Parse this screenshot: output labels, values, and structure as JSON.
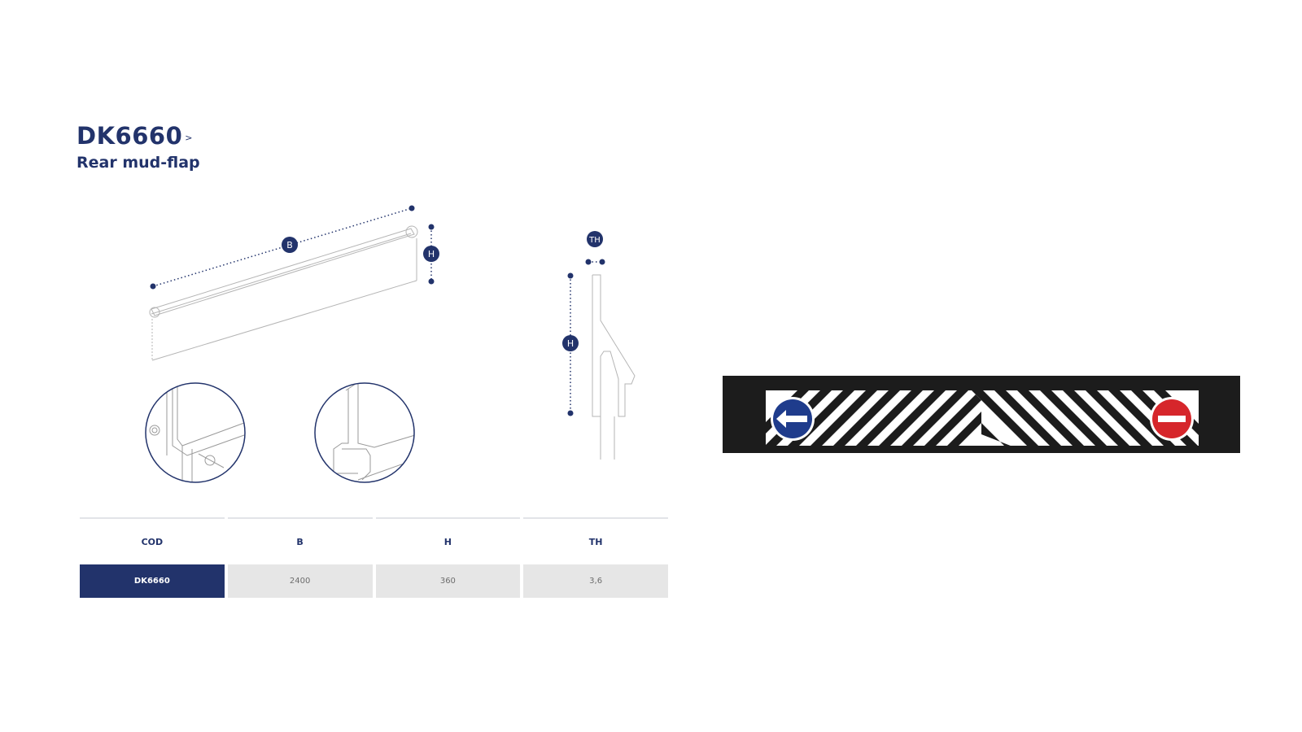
{
  "product": {
    "code": "DK6660",
    "chevron": ">",
    "name": "Rear mud-flap"
  },
  "dimension_labels": {
    "b": "B",
    "h": "H",
    "th": "TH"
  },
  "table": {
    "headers": [
      "COD",
      "B",
      "H",
      "TH"
    ],
    "row": [
      "DK6660",
      "2400",
      "360",
      "3,6"
    ]
  },
  "colors": {
    "brand_navy": "#22336b",
    "table_cell_grey": "#e6e6e6",
    "mudflap_black": "#1c1c1c",
    "sign_blue": "#1f3c8c",
    "sign_red": "#d6262b"
  },
  "icons": {
    "left_sign": "blue-left-arrow-sign-icon",
    "right_sign": "no-entry-sign-icon"
  }
}
